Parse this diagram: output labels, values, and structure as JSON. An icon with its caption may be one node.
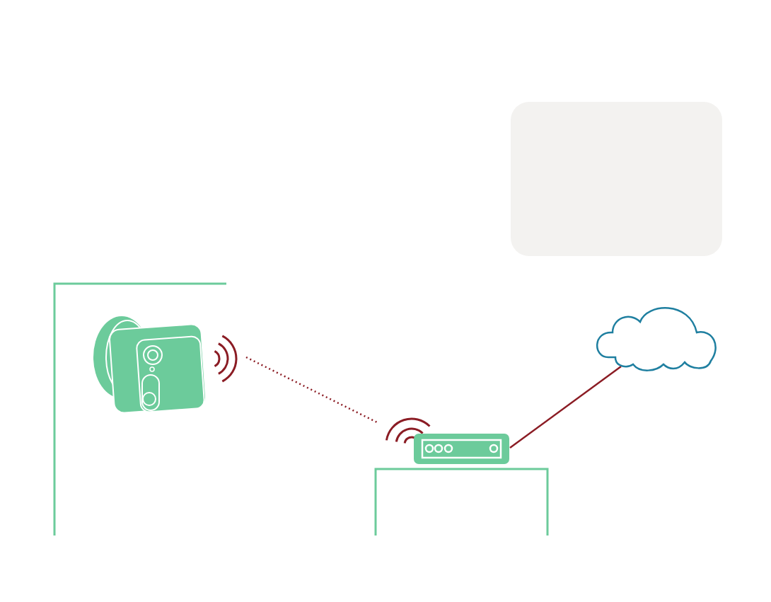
{
  "diagram": {
    "nodes": [
      {
        "text": [],
        "shape": "camera"
      },
      {
        "text": [],
        "shape": "router"
      },
      {
        "text": [],
        "shape": "cloud"
      }
    ],
    "edges": [
      {
        "from": 0,
        "to": 1,
        "arrow": "none",
        "style": "dashed"
      },
      {
        "from": 1,
        "to": 2,
        "arrow": "none"
      }
    ]
  }
}
